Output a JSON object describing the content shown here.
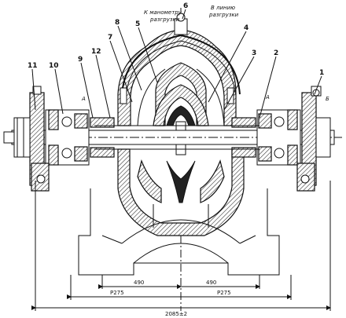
{
  "callouts": [
    {
      "id": "c1",
      "text": "1"
    },
    {
      "id": "c2",
      "text": "2"
    },
    {
      "id": "c3",
      "text": "3"
    },
    {
      "id": "c4",
      "text": "4"
    },
    {
      "id": "c5",
      "text": "5"
    },
    {
      "id": "c6",
      "text": "6"
    },
    {
      "id": "c7",
      "text": "7"
    },
    {
      "id": "c8",
      "text": "8"
    },
    {
      "id": "c9",
      "text": "9"
    },
    {
      "id": "c10",
      "text": "10"
    },
    {
      "id": "c11",
      "text": "11"
    },
    {
      "id": "c12",
      "text": "12"
    }
  ],
  "notes": {
    "manometer_line1": "К манометру",
    "manometer_line2": "разгрузки",
    "vacuum_line1": "В линию",
    "vacuum_line2": "разгрузки",
    "a_left": "А",
    "a_right": "А",
    "b_right": "Б"
  },
  "dimensions": {
    "half_left": "490",
    "half_right": "490",
    "foot_left": "Р275",
    "foot_right": "Р275",
    "overall": "2085±2"
  }
}
